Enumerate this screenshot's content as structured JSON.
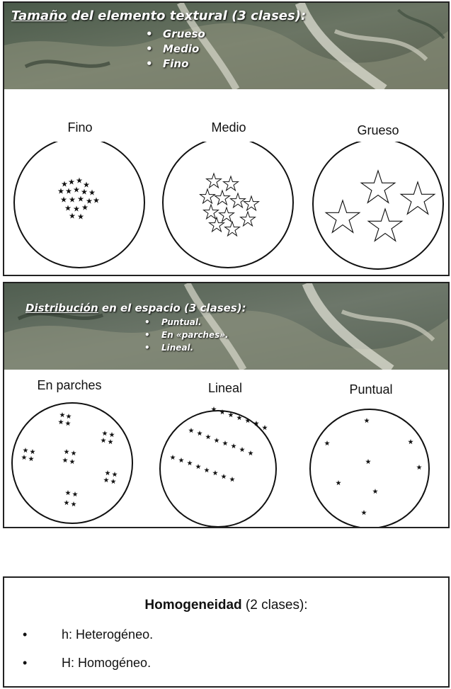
{
  "section1": {
    "title_underlined": "Tamaño",
    "title_rest": " del elemento textural (3 clases):",
    "bullets": [
      "Grueso",
      "Medio",
      "Fino"
    ],
    "labels": [
      "Fino",
      "Medio",
      "Grueso"
    ]
  },
  "section2": {
    "title_underlined": "Distribución",
    "title_rest": " en el espacio (3 clases):",
    "bullets": [
      "Puntual.",
      "En «parches».",
      "Lineal."
    ],
    "labels": [
      "En parches",
      "Lineal",
      "Puntual"
    ]
  },
  "section3": {
    "title_bold": "Homogeneidad",
    "title_rest": " (2 clases):",
    "items": [
      "h: Heterogéneo.",
      "H: Homogéneo."
    ]
  }
}
